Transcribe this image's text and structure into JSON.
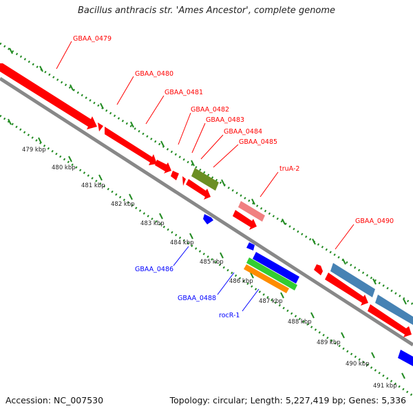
{
  "title": "Bacillus anthracis str. 'Ames Ancestor', complete genome",
  "footer": {
    "accession": "Accession: NC_007530",
    "summary": "Topology: circular; Length: 5,227,419 bp; Genes: 5,336"
  },
  "colors": {
    "forward": "#ff0000",
    "reverse": "#0000ff",
    "olive": "#6b8e23",
    "pink": "#f08080",
    "steel": "#4682b4",
    "green": "#32cd32",
    "orange": "#ff8c00",
    "backbone": "#888888",
    "ticks": "#228b22"
  },
  "kbp_labels": [
    {
      "kbp": 479,
      "text": "479 kbp"
    },
    {
      "kbp": 480,
      "text": "480 kbp"
    },
    {
      "kbp": 481,
      "text": "481 kbp"
    },
    {
      "kbp": 482,
      "text": "482 kbp"
    },
    {
      "kbp": 483,
      "text": "483 kbp"
    },
    {
      "kbp": 484,
      "text": "484 kbp"
    },
    {
      "kbp": 485,
      "text": "485 kbp"
    },
    {
      "kbp": 486,
      "text": "486 kbp"
    },
    {
      "kbp": 487,
      "text": "487 kbp"
    },
    {
      "kbp": 488,
      "text": "488 kbp"
    },
    {
      "kbp": 489,
      "text": "489 kbp"
    },
    {
      "kbp": 490,
      "text": "490 kbp"
    },
    {
      "kbp": 491,
      "text": "491 kbp"
    }
  ],
  "gene_labels": [
    {
      "name": "GBAA_0479",
      "strand": "forward"
    },
    {
      "name": "GBAA_0480",
      "strand": "forward"
    },
    {
      "name": "GBAA_0481",
      "strand": "forward"
    },
    {
      "name": "GBAA_0482",
      "strand": "forward"
    },
    {
      "name": "GBAA_0483",
      "strand": "forward"
    },
    {
      "name": "GBAA_0484",
      "strand": "forward"
    },
    {
      "name": "GBAA_0485",
      "strand": "forward"
    },
    {
      "name": "truA-2",
      "strand": "forward"
    },
    {
      "name": "GBAA_0490",
      "strand": "forward"
    },
    {
      "name": "GBAA_0486",
      "strand": "reverse"
    },
    {
      "name": "GBAA_0488",
      "strand": "reverse"
    },
    {
      "name": "rocR-1",
      "strand": "reverse"
    }
  ]
}
